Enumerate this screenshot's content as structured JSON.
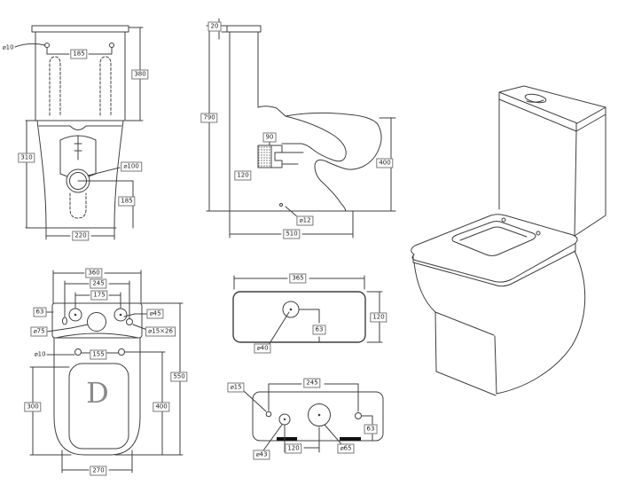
{
  "colors": {
    "background": "#ffffff",
    "line": "#3f3f3f",
    "label_text": "#1f1f1f",
    "label_border": "#7a7a7a",
    "foot_pad": "#111111"
  },
  "views": {
    "rear": {
      "dims": {
        "fixing_hole": "⌀10",
        "bolt_span": "185",
        "tank_height": "380",
        "pedestal_height": "310",
        "outlet_dia": "⌀100",
        "outlet_height": "185",
        "base_width": "220"
      }
    },
    "side": {
      "dims": {
        "lid_thickness": "20",
        "overall_height": "790",
        "inlet_size": "90",
        "inlet_offset": "120",
        "bowl_height": "400",
        "fixing_dia": "⌀12",
        "overall_depth": "510"
      }
    },
    "top": {
      "mark": "D",
      "dims": {
        "overall_width": "360",
        "hole_span": "245",
        "circle_span": "175",
        "edge_offset": "63",
        "circle_dia": "⌀45",
        "valve_dia": "⌀75",
        "slot_size": "⌀15×26",
        "seat_hole_dia": "⌀10",
        "seat_hole_span": "155",
        "overall_depth": "550",
        "bowl_depth": "400",
        "seat_length": "300",
        "bowl_width": "270"
      }
    },
    "lid": {
      "dims": {
        "width": "365",
        "depth": "120",
        "button_offset": "63",
        "button_dia": "⌀40"
      }
    },
    "cistern_base": {
      "dims": {
        "hole_dia": "⌀15",
        "hole_span": "245",
        "edge_offset": "63",
        "left_hole_dia": "⌀43",
        "center_offset": "120",
        "outlet_dia": "⌀65"
      }
    }
  }
}
